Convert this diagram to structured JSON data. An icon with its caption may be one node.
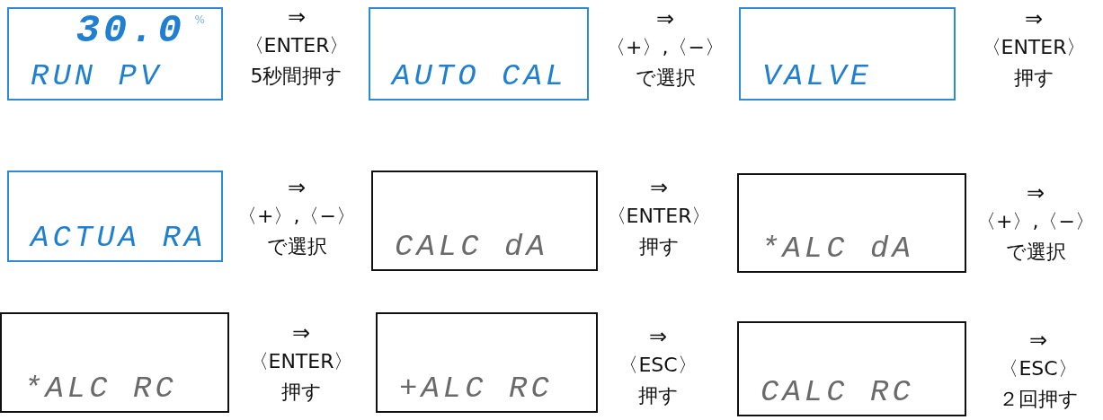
{
  "diagram": {
    "nodes": [
      {
        "text": [
          "30.0",
          "%",
          "RUN PV"
        ]
      },
      {
        "text": [
          "⇒",
          "〈ENTER〉",
          "5秒間押す"
        ]
      },
      {
        "text": [
          "AUTO CAL"
        ]
      },
      {
        "text": [
          "⇒",
          "〈+〉,〈−〉",
          "で選択"
        ]
      },
      {
        "text": [
          "VALVE"
        ]
      },
      {
        "text": [
          "⇒",
          "〈ENTER〉",
          "押す"
        ]
      },
      {
        "text": [
          "ACTUA RA"
        ]
      },
      {
        "text": [
          "⇒",
          "〈+〉,〈−〉",
          "で選択"
        ]
      },
      {
        "text": [
          "CALC dA"
        ]
      },
      {
        "text": [
          "⇒",
          "〈ENTER〉",
          "押す"
        ]
      },
      {
        "text": [
          "*ALC dA"
        ]
      },
      {
        "text": [
          "⇒",
          "〈+〉,〈−〉",
          "で選択"
        ]
      },
      {
        "text": [
          "*ALC RC"
        ]
      },
      {
        "text": [
          "⇒",
          "〈ENTER〉",
          "押す"
        ]
      },
      {
        "text": [
          "+ALC RC"
        ]
      },
      {
        "text": [
          "⇒",
          "〈ESC〉",
          "押す"
        ]
      },
      {
        "text": [
          "CALC RC"
        ]
      },
      {
        "text": [
          "⇒",
          "〈ESC〉",
          "２回押す"
        ]
      }
    ]
  }
}
